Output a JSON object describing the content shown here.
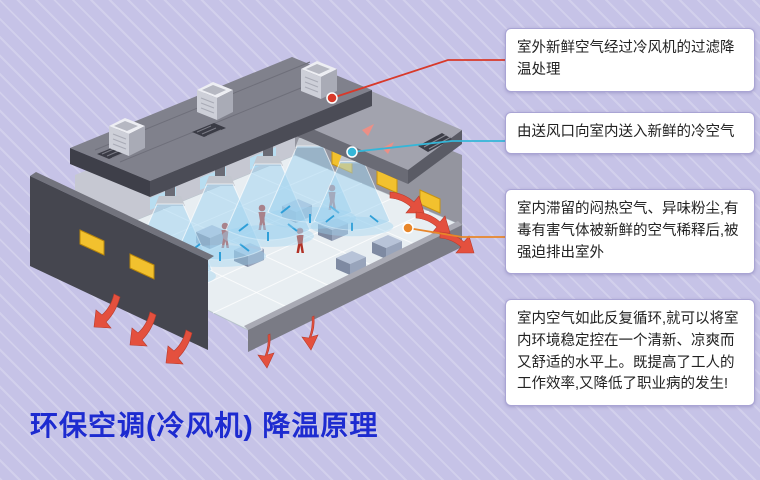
{
  "page": {
    "background_color": "#c6c3e7",
    "title": {
      "text": "环保空调(冷风机) 降温原理",
      "color": "#1d2bd0"
    }
  },
  "callouts": [
    {
      "text": "室外新鲜空气经过冷风机的过滤降温处理",
      "connector_color": "#d8392a",
      "target": "roof-cooler-unit"
    },
    {
      "text": "由送风口向室内送入新鲜的冷空气",
      "connector_color": "#35b6d8",
      "target": "supply-air-diffuser"
    },
    {
      "text": "室内滞留的闷热空气、异味粉尘,有毒有害气体被新鲜的空气稀释后,被强迫排出室外",
      "connector_color": "#e8862a",
      "target": "exhaust-vent"
    },
    {
      "text": "室内空气如此反复循环,就可以将室内环境稳定控在一个清新、凉爽而又舒适的水平上。既提高了工人的工作效率,又降低了职业病的发生!",
      "connector_color": null,
      "target": null
    }
  ],
  "diagram": {
    "type": "isometric-cutaway-building",
    "subject": "环保空调(冷风机)车间降温气流示意图",
    "colors": {
      "roof": "#4b4c56",
      "roof_top": "#80818c",
      "floor": "#e8eef2",
      "cool_air_cone": "#9ed2ef",
      "supply_arrow": "#2f9fd8",
      "exhaust_arrow": "#e4503e",
      "vent_yellow": "#f2c12e",
      "worker_red": "#b23226",
      "cooler_white": "#edeef3"
    }
  }
}
